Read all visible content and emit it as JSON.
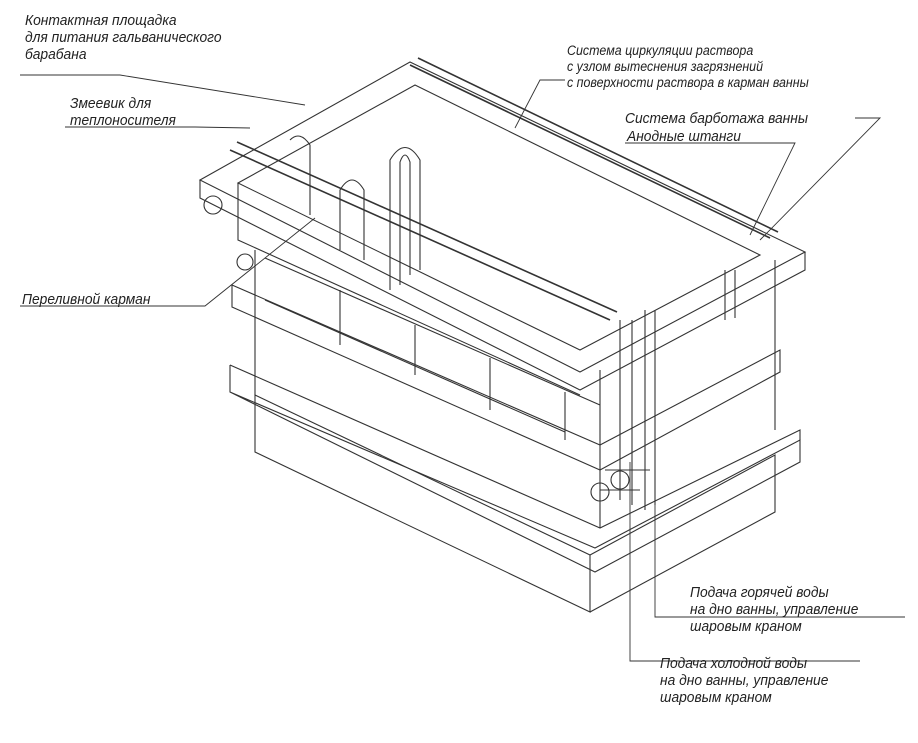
{
  "labels": {
    "contact_pad": [
      "Контактная площадка",
      "для питания гальванического",
      "барабана"
    ],
    "coil": [
      "Змеевик для",
      "теплоносителя"
    ],
    "circulation": [
      "Система циркуляции раствора",
      "с узлом вытеснения загрязнений",
      "с поверхности раствора в карман ванны"
    ],
    "bubbling": "Система барботажа ванны",
    "anode_bars": "Анодные штанги",
    "overflow_pocket": "Переливной карман",
    "hot_water": [
      "Подача горячей воды",
      "на дно ванны, управление",
      "шаровым краном"
    ],
    "cold_water": [
      "Подача холодной воды",
      "на дно ванны, управление",
      "шаровым краном"
    ]
  },
  "colors": {
    "line": "#333333",
    "background": "#ffffff"
  }
}
